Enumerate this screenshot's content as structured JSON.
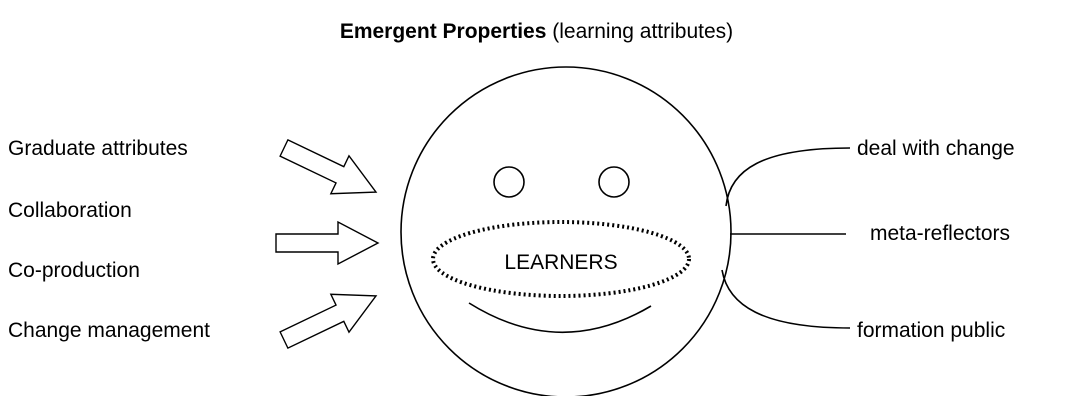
{
  "title": {
    "bold": "Emergent Properties",
    "rest": " (learning attributes)"
  },
  "inputs": [
    "Graduate attributes",
    "Collaboration",
    "Co-production",
    "Change management"
  ],
  "center_label": "LEARNERS",
  "outputs": [
    "deal with change",
    "meta-reflectors",
    "formation public"
  ]
}
